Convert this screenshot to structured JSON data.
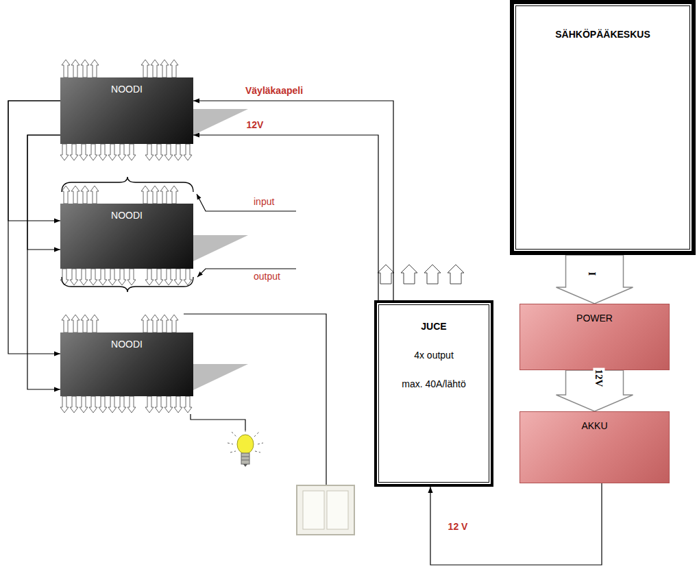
{
  "diagram": {
    "nodes": [
      {
        "text": [
          "NOODI"
        ]
      },
      {
        "text": [
          "NOODI"
        ]
      },
      {
        "text": [
          "NOODI"
        ]
      },
      {
        "text": [
          "JUCE",
          "4x output",
          "max. 40A/lähtö"
        ]
      },
      {
        "text": [
          "SÄHKÖPÄÄKESKUS"
        ]
      },
      {
        "text": [
          "POWER"
        ]
      },
      {
        "text": [
          "AKKU"
        ]
      }
    ],
    "edges": [
      {
        "from": 3,
        "to": 0,
        "arrow": "to",
        "label": "Väyläkaapeli"
      },
      {
        "from": 3,
        "to": 0,
        "arrow": "to",
        "label": "12V"
      },
      {
        "from": 0,
        "to": 1,
        "arrow": "to"
      },
      {
        "from": 0,
        "to": 1,
        "arrow": "to"
      },
      {
        "from": 0,
        "to": 2,
        "arrow": "to"
      },
      {
        "from": 0,
        "to": 2,
        "arrow": "to"
      },
      {
        "from": 4,
        "to": 5,
        "arrow": "to",
        "label": "I"
      },
      {
        "from": 5,
        "to": 6,
        "arrow": "to",
        "label": "12V"
      },
      {
        "from": 6,
        "to": 3,
        "arrow": "to",
        "label": "12 V"
      }
    ],
    "labels": [
      "input",
      "output"
    ]
  }
}
